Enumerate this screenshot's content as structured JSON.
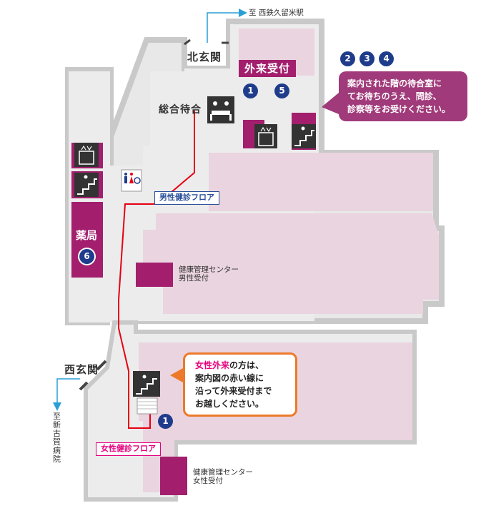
{
  "destinations": {
    "north": "至 西鉄久留米駅",
    "west": "至新古賀病院"
  },
  "entrances": {
    "north": "北玄関",
    "west": "西玄関"
  },
  "outpatient_reception": "外来受付",
  "general_waiting": "総合待合",
  "pharmacy": "薬局",
  "floors": {
    "male": "男性健診フロア",
    "female": "女性健診フロア"
  },
  "health_center_male": [
    "健康管理センター",
    "男性受付"
  ],
  "health_center_female": [
    "健康管理センター",
    "女性受付"
  ],
  "notice": {
    "numbers": [
      "2",
      "3",
      "4"
    ],
    "lines": [
      "案内された階の待合室に",
      "てお待ちのうえ、問診、",
      "診察等をお受けください。"
    ]
  },
  "female_guide": {
    "highlight": "女性外来",
    "line1_rest": "の方は、",
    "lines": [
      "案内図の赤い線に",
      "沿って外来受付まで",
      "お越しください。"
    ]
  },
  "markers": {
    "reception_1": "1",
    "reception_5": "5",
    "pharmacy": "6",
    "stairs_female": "1"
  },
  "icons": [
    "elevator-icon",
    "stairs-icon",
    "restroom-icon",
    "waiting-seat-icon",
    "arrow-icon"
  ],
  "colors": {
    "floor": "#ead4df",
    "wall": "#c9c9c9",
    "accent": "#a31f6e",
    "route": "#e60012",
    "marker": "#1f3c8c",
    "orange": "#ec7a2a"
  }
}
